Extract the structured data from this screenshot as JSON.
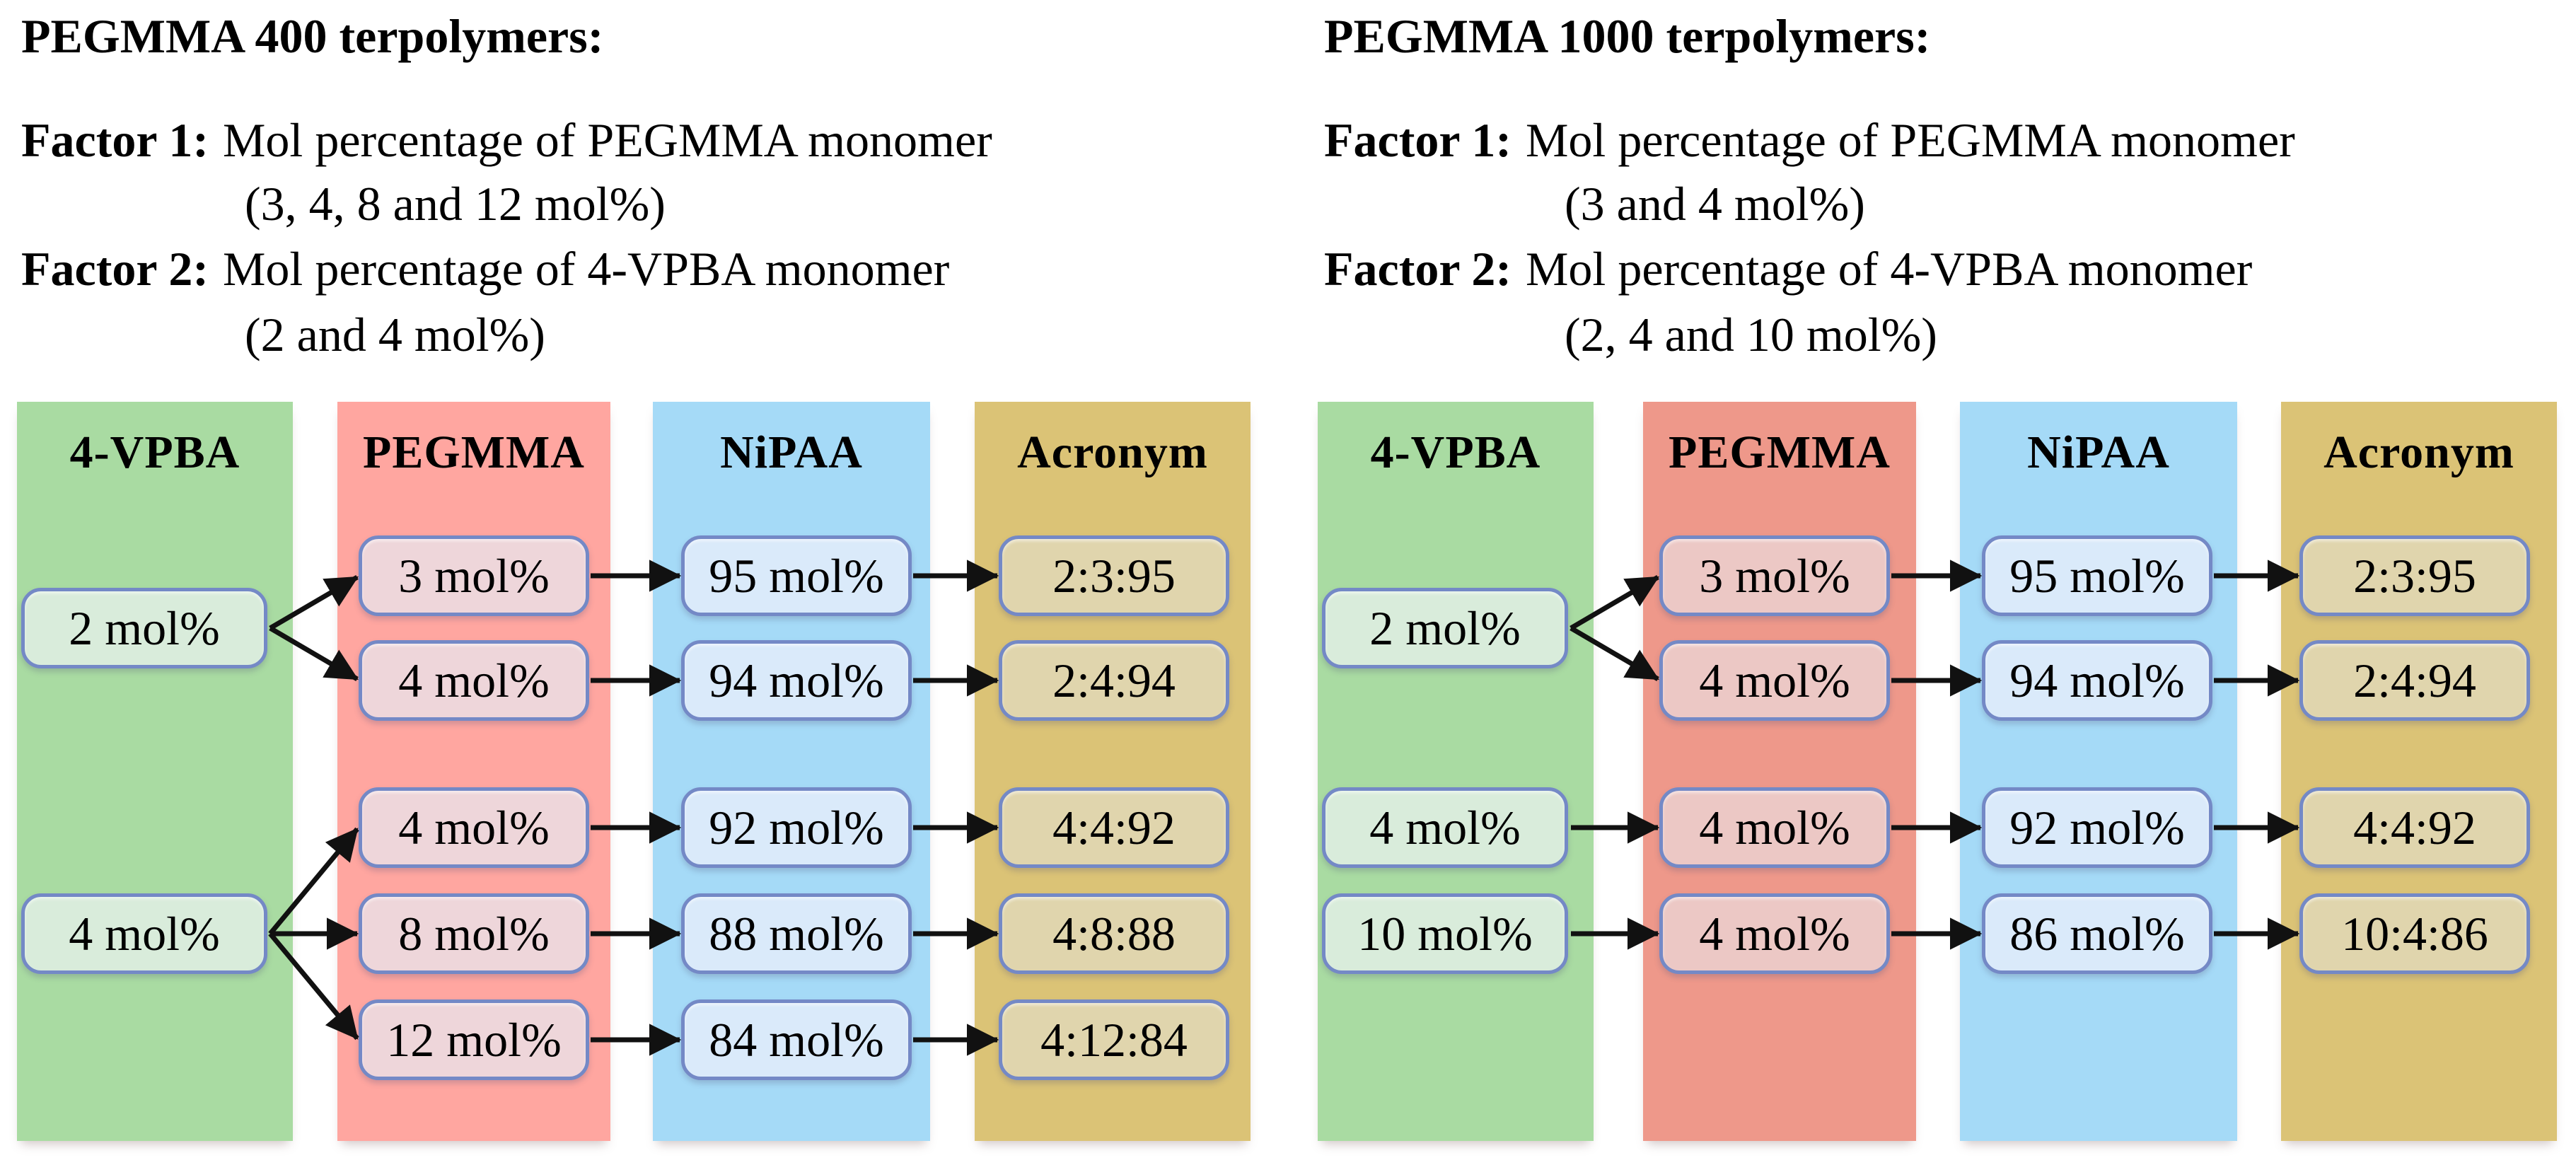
{
  "figure": {
    "panels": [
      {
        "title": "PEGMMA 400 terpolymers:",
        "factors": [
          {
            "label": "Factor 1:",
            "text": "Mol percentage of PEGMMA monomer",
            "values_note": "(3, 4, 8 and 12 mol%)"
          },
          {
            "label": "Factor 2:",
            "text": "Mol percentage of 4-VPBA monomer",
            "values_note": "(2 and 4 mol%)"
          }
        ],
        "column_headers": [
          "4-VPBA",
          "PEGMMA",
          "NiPAA",
          "Acronym"
        ],
        "vpba_boxes": [
          "2 mol%",
          "4 mol%"
        ],
        "pegmma_boxes": [
          "3 mol%",
          "4 mol%",
          "4 mol%",
          "8 mol%",
          "12 mol%"
        ],
        "nipaa_boxes": [
          "95 mol%",
          "94 mol%",
          "92 mol%",
          "88 mol%",
          "84 mol%"
        ],
        "acronym_boxes": [
          "2:3:95",
          "2:4:94",
          "4:4:92",
          "4:8:88",
          "4:12:84"
        ],
        "edges": [
          {
            "vpba": "2 mol%",
            "pegmma": "3 mol%",
            "nipaa": "95 mol%",
            "acronym": "2:3:95"
          },
          {
            "vpba": "2 mol%",
            "pegmma": "4 mol%",
            "nipaa": "94 mol%",
            "acronym": "2:4:94"
          },
          {
            "vpba": "4 mol%",
            "pegmma": "4 mol%",
            "nipaa": "92 mol%",
            "acronym": "4:4:92"
          },
          {
            "vpba": "4 mol%",
            "pegmma": "8 mol%",
            "nipaa": "88 mol%",
            "acronym": "4:8:88"
          },
          {
            "vpba": "4 mol%",
            "pegmma": "12 mol%",
            "nipaa": "84 mol%",
            "acronym": "4:12:84"
          }
        ]
      },
      {
        "title": "PEGMMA 1000 terpolymers:",
        "factors": [
          {
            "label": "Factor 1:",
            "text": "Mol percentage of PEGMMA monomer",
            "values_note": "(3 and 4 mol%)"
          },
          {
            "label": "Factor 2:",
            "text": "Mol percentage of 4-VPBA monomer",
            "values_note": "(2, 4 and 10 mol%)"
          }
        ],
        "column_headers": [
          "4-VPBA",
          "PEGMMA",
          "NiPAA",
          "Acronym"
        ],
        "vpba_boxes": [
          "2 mol%",
          "4 mol%",
          "10 mol%"
        ],
        "pegmma_boxes": [
          "3 mol%",
          "4 mol%",
          "4 mol%",
          "4 mol%"
        ],
        "nipaa_boxes": [
          "95 mol%",
          "94 mol%",
          "92 mol%",
          "86 mol%"
        ],
        "acronym_boxes": [
          "2:3:95",
          "2:4:94",
          "4:4:92",
          "10:4:86"
        ],
        "edges": [
          {
            "vpba": "2 mol%",
            "pegmma": "3 mol%",
            "nipaa": "95 mol%",
            "acronym": "2:3:95"
          },
          {
            "vpba": "2 mol%",
            "pegmma": "4 mol%",
            "nipaa": "94 mol%",
            "acronym": "2:4:94"
          },
          {
            "vpba": "4 mol%",
            "pegmma": "4 mol%",
            "nipaa": "92 mol%",
            "acronym": "4:4:92"
          },
          {
            "vpba": "10 mol%",
            "pegmma": "4 mol%",
            "nipaa": "86 mol%",
            "acronym": "10:4:86"
          }
        ]
      }
    ],
    "colors": {
      "column_vpba": "#a9dba2",
      "column_pegmma_400": "#ffa6a0",
      "column_pegmma_1000": "#ee988a",
      "column_nipaa": "#a5daf7",
      "column_acronym": "#dbc376",
      "box_vpba": "#d9ecdb",
      "box_pegmma_400": "#eed6da",
      "box_pegmma_1000": "#ecc8c5",
      "box_nipaa": "#daeafa",
      "box_acronym": "#e0d5ad",
      "box_border": "#7489c6",
      "arrow": "#111111"
    }
  }
}
